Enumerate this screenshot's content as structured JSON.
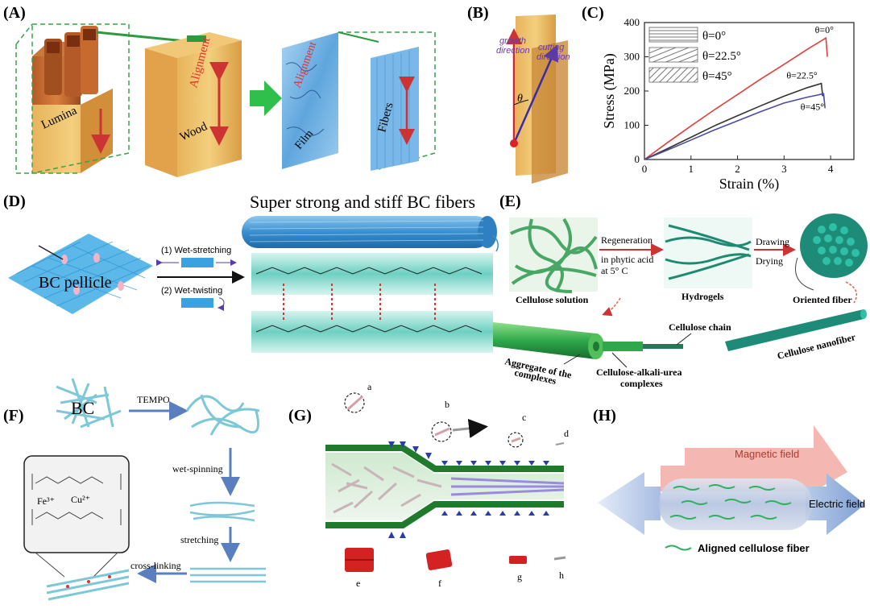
{
  "panels": {
    "A": {
      "tag": "(A)",
      "labels": {
        "lumina": "Lumina",
        "wood": "Wood",
        "alignment_wood": "Alignment",
        "alignment_film": "Alignment",
        "film": "Film",
        "fibers": "Fibers"
      }
    },
    "B": {
      "tag": "(B)",
      "labels": {
        "growth_line1": "growth",
        "growth_line2": "direction",
        "cutting_line1": "cutting",
        "cutting_line2": "direction",
        "theta": "θ"
      }
    },
    "C": {
      "tag": "(C)"
    },
    "D": {
      "tag": "(D)",
      "title": "Super strong and stiff BC fibers",
      "labels": {
        "pellicle": "BC pellicle",
        "step1": "(1) Wet-stretching",
        "step2": "(2) Wet-twisting"
      }
    },
    "E": {
      "tag": "(E)",
      "labels": {
        "regen_line1": "Regeneration",
        "regen_line2": "in phytic acid",
        "regen_line3": "at 5° C",
        "drawing": "Drawing",
        "drying": "Drying",
        "cellulose_solution": "Cellulose solution",
        "hydrogels": "Hydrogels",
        "oriented_fiber": "Oriented fiber",
        "cellulose_chain": "Cellulose chain",
        "cellulose_nanofiber": "Cellulose nanofiber",
        "aggregate_line1": "Aggregate of the",
        "aggregate_line2": "complexes",
        "complex_line1": "Cellulose-alkali-urea",
        "complex_line2": "complexes"
      }
    },
    "F": {
      "tag": "(F)",
      "labels": {
        "bc": "BC",
        "tempo": "TEMPO",
        "wet_spinning": "wet-spinning",
        "stretching": "stretching",
        "cross_linking": "cross-linking",
        "fe": "Fe³⁺",
        "cu": "Cu²⁺"
      }
    },
    "G": {
      "tag": "(G)",
      "labels": {
        "a": "a",
        "b": "b",
        "c": "c",
        "d": "d",
        "e": "e",
        "f": "f",
        "g": "g",
        "h": "h"
      }
    },
    "H": {
      "tag": "(H)",
      "labels": {
        "magnetic": "Magnetic field",
        "electric": "Electric field",
        "aligned": "Aligned cellulose fiber"
      }
    }
  },
  "chart_data": {
    "type": "line",
    "title": "",
    "xlabel": "Strain (%)",
    "ylabel": "Stress (MPa)",
    "xlim": [
      0,
      4.5
    ],
    "ylim": [
      0,
      400
    ],
    "xticks": [
      "0",
      "1",
      "2",
      "3",
      "4"
    ],
    "yticks": [
      "0",
      "100",
      "200",
      "300",
      "400"
    ],
    "legend": {
      "placement": "top-left",
      "entries": [
        "θ=0°",
        "θ=22.5°",
        "θ=45°"
      ]
    },
    "series": [
      {
        "name": "θ=0°",
        "color": "#e0403a",
        "end_label": "θ=0°",
        "x": [
          0,
          0.5,
          1.0,
          1.5,
          2.0,
          2.5,
          3.0,
          3.5,
          3.9,
          3.93
        ],
        "y": [
          0,
          50,
          98,
          145,
          190,
          235,
          278,
          322,
          355,
          300
        ]
      },
      {
        "name": "θ=22.5°",
        "color": "#333333",
        "end_label": "θ=22.5°",
        "x": [
          0,
          0.5,
          1.0,
          1.5,
          2.0,
          2.5,
          3.0,
          3.5,
          3.8,
          3.83
        ],
        "y": [
          0,
          32,
          65,
          98,
          128,
          157,
          185,
          210,
          222,
          185
        ]
      },
      {
        "name": "θ=45°",
        "color": "#4c4ca8",
        "end_label": "θ=45°",
        "x": [
          0,
          0.5,
          1.0,
          1.5,
          2.0,
          2.5,
          3.0,
          3.5,
          3.85,
          3.88
        ],
        "y": [
          0,
          28,
          57,
          86,
          113,
          140,
          165,
          182,
          192,
          150
        ]
      }
    ]
  }
}
